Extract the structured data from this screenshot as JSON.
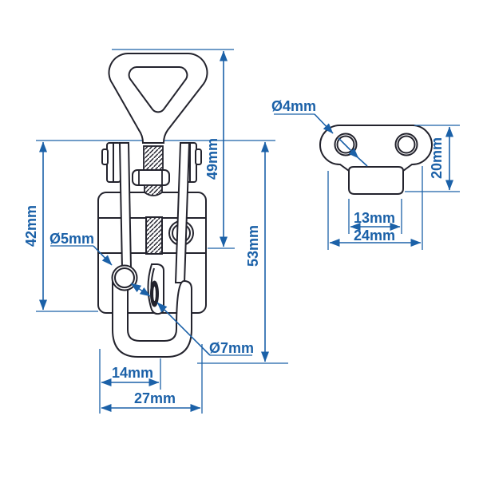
{
  "palette": {
    "background": "#ffffff",
    "part_outline": "#23232d",
    "dimension_blue": "#1b61a8"
  },
  "views": {
    "latch": {
      "dims": {
        "d42": "42mm",
        "d49": "49mm",
        "d53": "53mm",
        "d14": "14mm",
        "d27": "27mm",
        "d5": "Ø5mm",
        "d7": "Ø7mm"
      }
    },
    "plate": {
      "dims": {
        "d4": "Ø4mm",
        "d20": "20mm",
        "d13": "13mm",
        "d24": "24mm"
      }
    }
  }
}
